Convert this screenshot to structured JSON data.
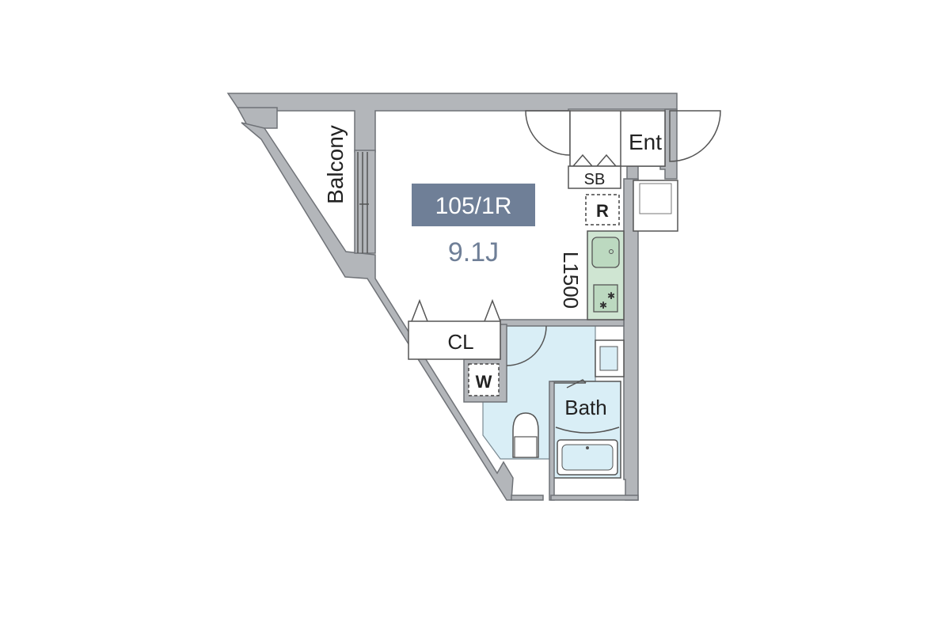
{
  "unit_badge": {
    "text": "105/1R",
    "color": "#6f7f97"
  },
  "room_size": {
    "text": "9.1J",
    "color": "#6f7f97"
  },
  "rooms": {
    "balcony": "Balcony",
    "entrance": "Ent",
    "shoe_box": "SB",
    "closet": "CL",
    "bath": "Bath"
  },
  "kitchen_length": "L1500",
  "appliance_marks": {
    "fridge": "R",
    "washer": "W"
  },
  "colors": {
    "wall": "#b3b6ba",
    "wet_area": "#d9eef6",
    "kitchen": "#cfe5d2"
  }
}
